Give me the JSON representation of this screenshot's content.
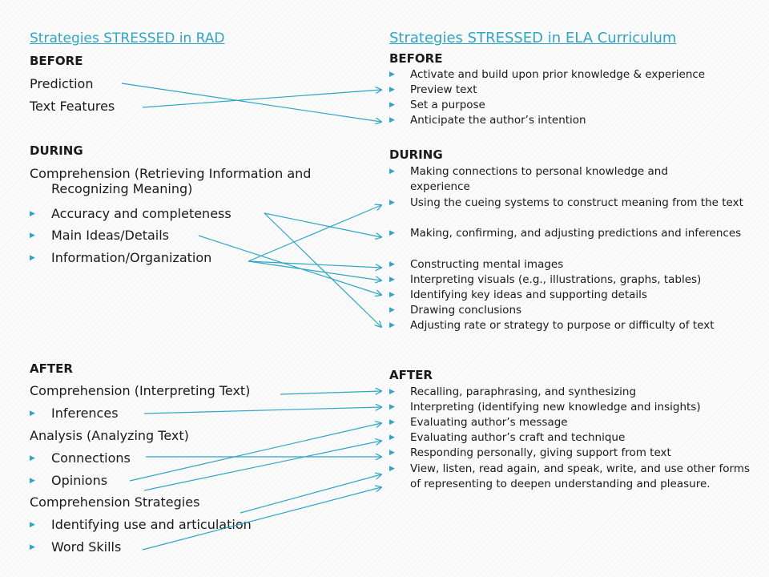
{
  "left": {
    "title": "Strategies STRESSED in RAD",
    "before_heading": "BEFORE",
    "before_items": [
      "Prediction",
      "Text Features"
    ],
    "during_heading": "DURING",
    "during_intro": "Comprehension (Retrieving Information and Recognizing Meaning)",
    "during_items": [
      "Accuracy and completeness",
      "Main Ideas/Details",
      "Information/Organization"
    ],
    "after_heading": "AFTER",
    "after_sub1": "Comprehension (Interpreting Text)",
    "after_sub1_items": [
      "Inferences"
    ],
    "after_sub2": "Analysis (Analyzing Text)",
    "after_sub2_items": [
      "Connections",
      "Opinions"
    ],
    "after_sub3": "Comprehension Strategies",
    "after_sub3_items": [
      "Identifying use and articulation",
      "Word Skills"
    ]
  },
  "right": {
    "title": "Strategies STRESSED in ELA Curriculum",
    "before_heading": "BEFORE",
    "before_items": [
      "Activate and build upon prior knowledge & experience",
      "Preview text",
      "Set a purpose",
      "Anticipate the author’s intention"
    ],
    "during_heading": "DURING",
    "during_items": [
      "Making connections to personal knowledge and experience",
      "Using the cueing systems to construct meaning from the text",
      "Making, confirming, and adjusting predictions and inferences",
      "Constructing mental images",
      "Interpreting visuals (e.g., illustrations, graphs, tables)",
      "Identifying key ideas and supporting details",
      "Drawing conclusions",
      "Adjusting rate or strategy to purpose or difficulty of text"
    ],
    "after_heading": "AFTER",
    "after_items": [
      "Recalling, paraphrasing, and synthesizing",
      "Interpreting (identifying new knowledge and insights)",
      "Evaluating author’s message",
      "Evaluating author’s craft and technique",
      "Responding personally, giving support from text",
      "View, listen, read again, and speak, write, and use other forms of representing to deepen understanding and pleasure."
    ]
  },
  "bullet_glyph": "▶",
  "colors": {
    "accent": "#2ea6c4",
    "text": "#1a1a1a"
  }
}
